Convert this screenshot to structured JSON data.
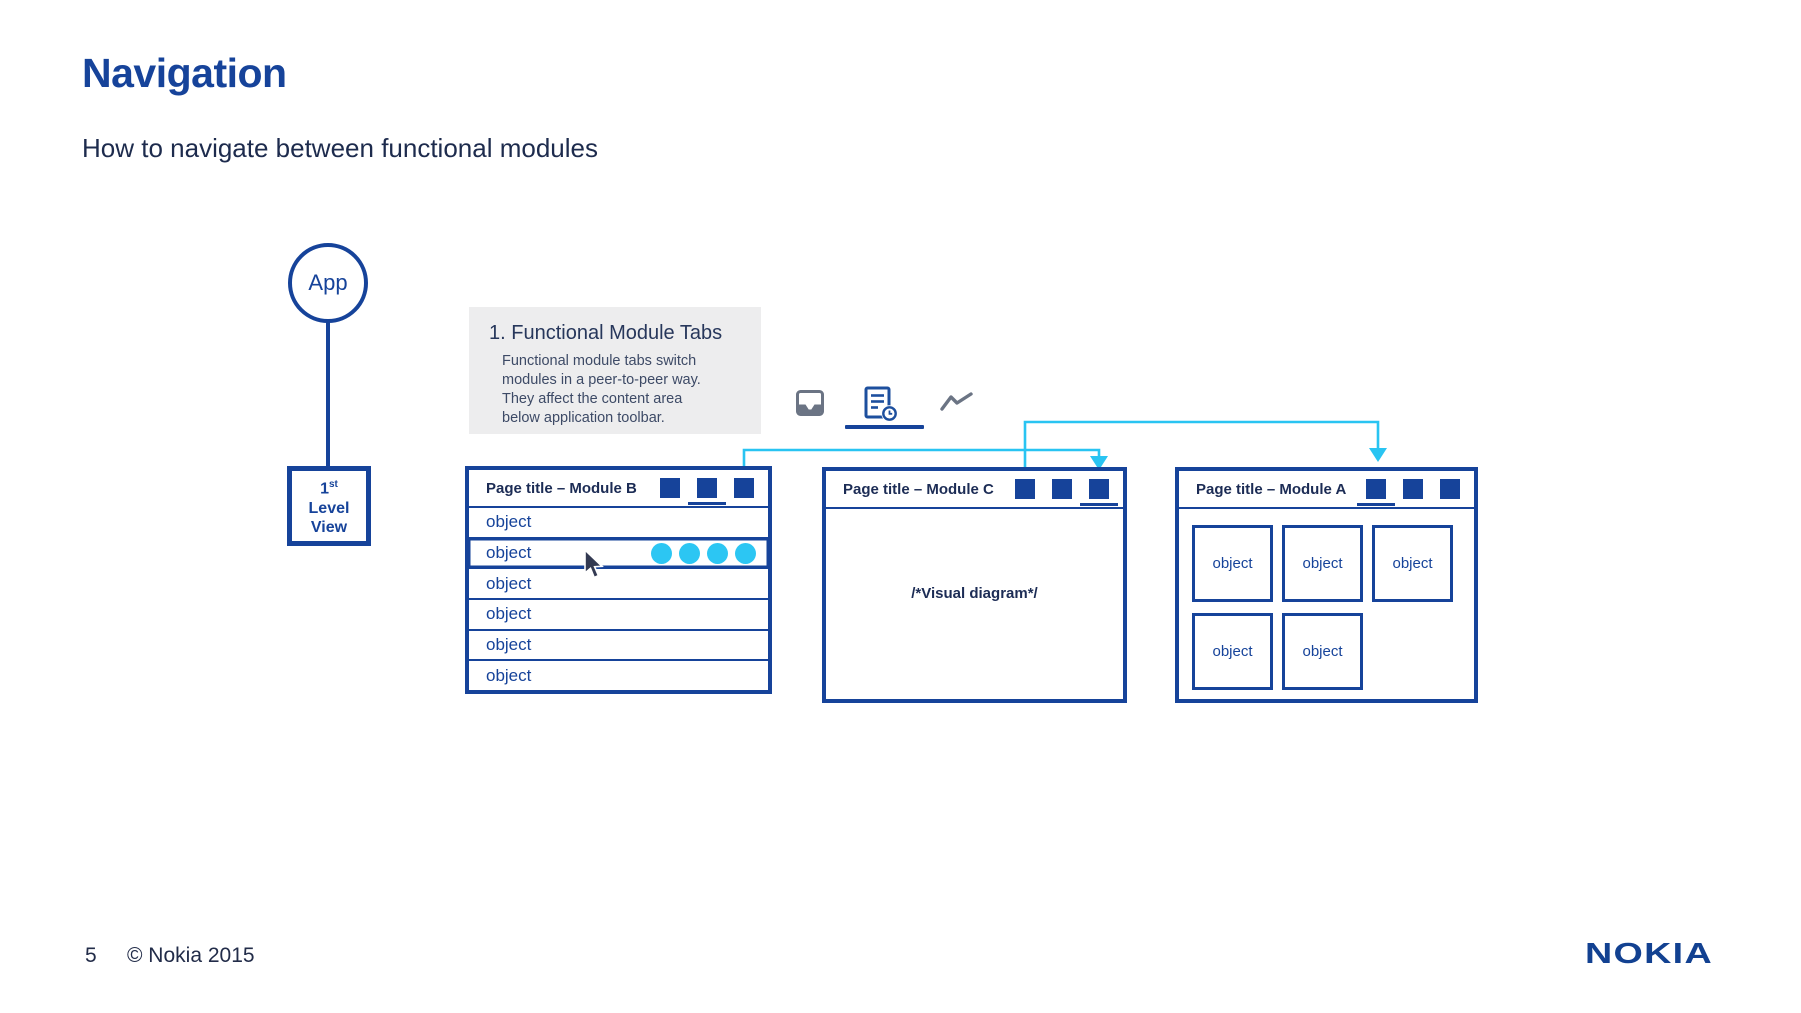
{
  "slide": {
    "title": "Navigation",
    "subtitle": "How to navigate between functional modules",
    "footer": {
      "page_number": "5",
      "copyright": "© Nokia 2015",
      "logo_text": "NOKIA"
    }
  },
  "hierarchy": {
    "app_label": "App",
    "level_node": {
      "number": "1",
      "ordinal": "st",
      "line2": "Level",
      "line3": "View"
    }
  },
  "callout": {
    "heading": "1. Functional Module Tabs",
    "body": "Functional module tabs switch modules in a peer-to-peer way. They affect the content area below application toolbar."
  },
  "toolbar": {
    "icons": [
      {
        "name": "media-tray-icon",
        "active": false
      },
      {
        "name": "report-clock-icon",
        "active": true
      },
      {
        "name": "trend-line-icon",
        "active": false
      }
    ]
  },
  "modules": {
    "module_b": {
      "title": "Page title – Module B",
      "rows": [
        "object",
        "object",
        "object",
        "object",
        "object",
        "object"
      ],
      "active_tab_index": 1,
      "selected_row_index": 1,
      "selected_row_dot_count": 4
    },
    "module_c": {
      "title": "Page title – Module C",
      "content_placeholder": "/*Visual diagram*/",
      "active_tab_index": 2
    },
    "module_a": {
      "title": "Page title – Module A",
      "cards": [
        "object",
        "object",
        "object",
        "object",
        "object"
      ],
      "active_tab_index": 0
    }
  },
  "colors": {
    "primary_blue": "#16439a",
    "nokia_logo_blue": "#124191",
    "dark_navy_text": "#1d2b4d",
    "cyan_accent": "#29c4f2",
    "callout_background": "#ededee",
    "icon_gray": "#6b7484"
  }
}
